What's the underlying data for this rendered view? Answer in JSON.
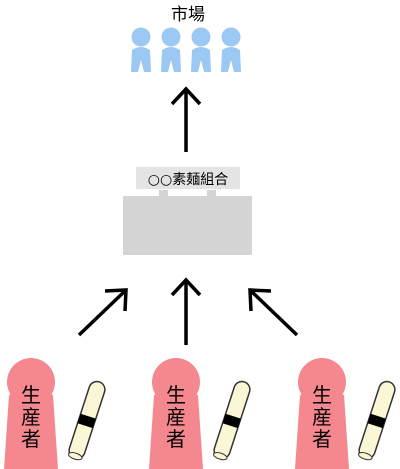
{
  "market": {
    "label": "市場",
    "figure_count": 4,
    "color": "#9cc8f4"
  },
  "union": {
    "label": "○○素麺組合",
    "box_color": "#d4d4d4",
    "tag_color": "#e4e4e4"
  },
  "producers": [
    {
      "label_chars": [
        "生",
        "産",
        "者"
      ]
    },
    {
      "label_chars": [
        "生",
        "産",
        "者"
      ]
    },
    {
      "label_chars": [
        "生",
        "産",
        "者"
      ]
    }
  ],
  "colors": {
    "producer": "#f4888e",
    "arrow": "#000000",
    "scroll_fill": "#fbf7d6",
    "scroll_stroke": "#333333",
    "scroll_band": "#000000"
  }
}
